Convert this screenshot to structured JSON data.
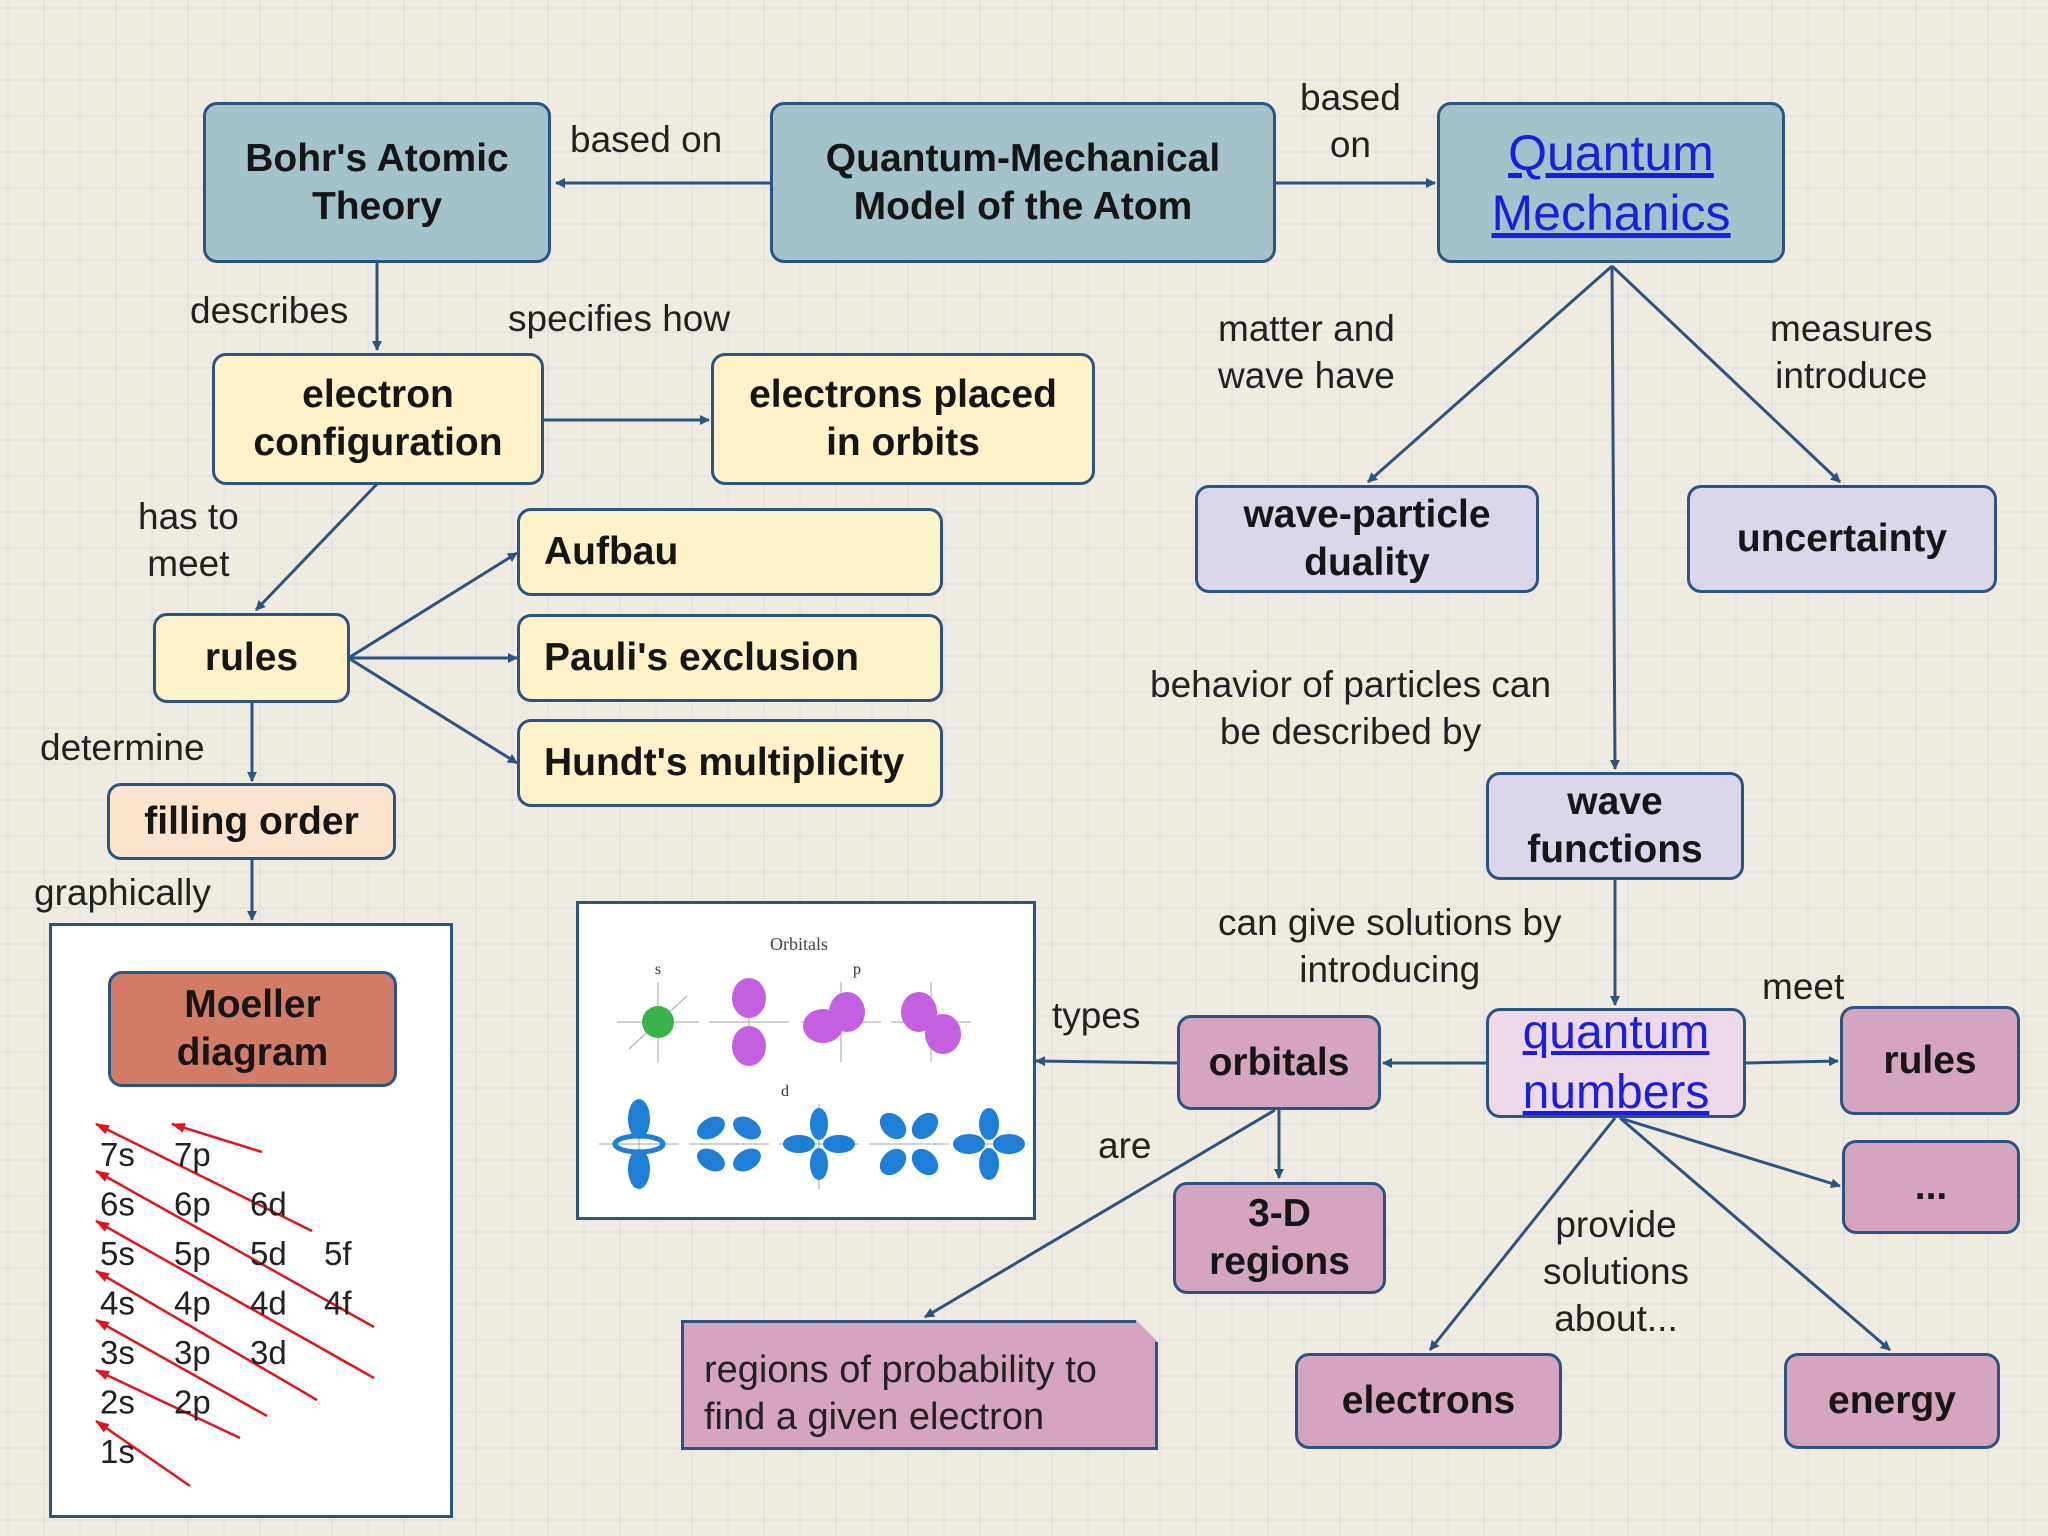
{
  "nodes": {
    "bohr": "Bohr's Atomic\nTheory",
    "qm_model": "Quantum-Mechanical\nModel of the Atom",
    "quantum_mechanics": [
      "Quantum",
      "Mechanics"
    ],
    "electron_config": "electron\nconfiguration",
    "electrons_placed": "electrons placed\nin orbits",
    "rules_left": "rules",
    "aufbau": "Aufbau",
    "pauli": "Pauli's exclusion",
    "hundt": "Hundt's multiplicity",
    "filling_order": "filling order",
    "wave_particle": "wave-particle\nduality",
    "uncertainty": "uncertainty",
    "wave_functions": "wave\nfunctions",
    "quantum_numbers": [
      "quantum",
      "numbers"
    ],
    "orbitals": "orbitals",
    "rules_right": "rules",
    "ellipsis": "...",
    "regions_3d": "3-D\nregions",
    "electrons": "electrons",
    "energy": "energy",
    "moeller": "Moeller\ndiagram",
    "regions_note": "regions of probability to\nfind a given electron"
  },
  "labels": {
    "based_on_left": "based on",
    "based_on_right": "based\non",
    "describes": "describes",
    "specifies_how": "specifies how",
    "has_to_meet": "has to\nmeet",
    "determine": "determine",
    "graphically": "graphically",
    "matter_wave": "matter and\nwave have",
    "measures": "measures\nintroduce",
    "behavior": "behavior of particles can\nbe described by",
    "can_give": "can give solutions by\nintroducing",
    "types": "types",
    "meet": "meet",
    "are": "are",
    "provide": "provide\nsolutions\nabout..."
  },
  "moeller_rows": [
    [
      "7s",
      "7p"
    ],
    [
      "6s",
      "6p",
      "6d"
    ],
    [
      "5s",
      "5p",
      "5d",
      "5f"
    ],
    [
      "4s",
      "4p",
      "4d",
      "4f"
    ],
    [
      "3s",
      "3p",
      "3d"
    ],
    [
      "2s",
      "2p"
    ],
    [
      "1s"
    ]
  ],
  "orbital_image": {
    "title": "Orbitals",
    "labels": [
      "s",
      "p",
      "d"
    ]
  },
  "colors": {
    "edge": "#2d5480",
    "arrow_red": "#e0141c",
    "s_orbital": "#39b44a",
    "p_orbital": "#c45fe0",
    "d_orbital": "#1f7fd6"
  }
}
